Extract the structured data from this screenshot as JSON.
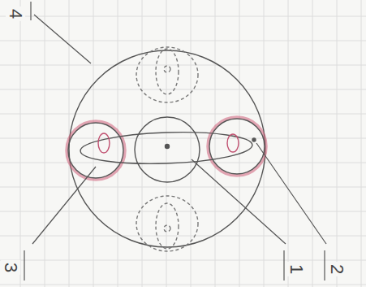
{
  "diagram": {
    "labels": [
      "4",
      "3",
      "1",
      "2"
    ]
  }
}
